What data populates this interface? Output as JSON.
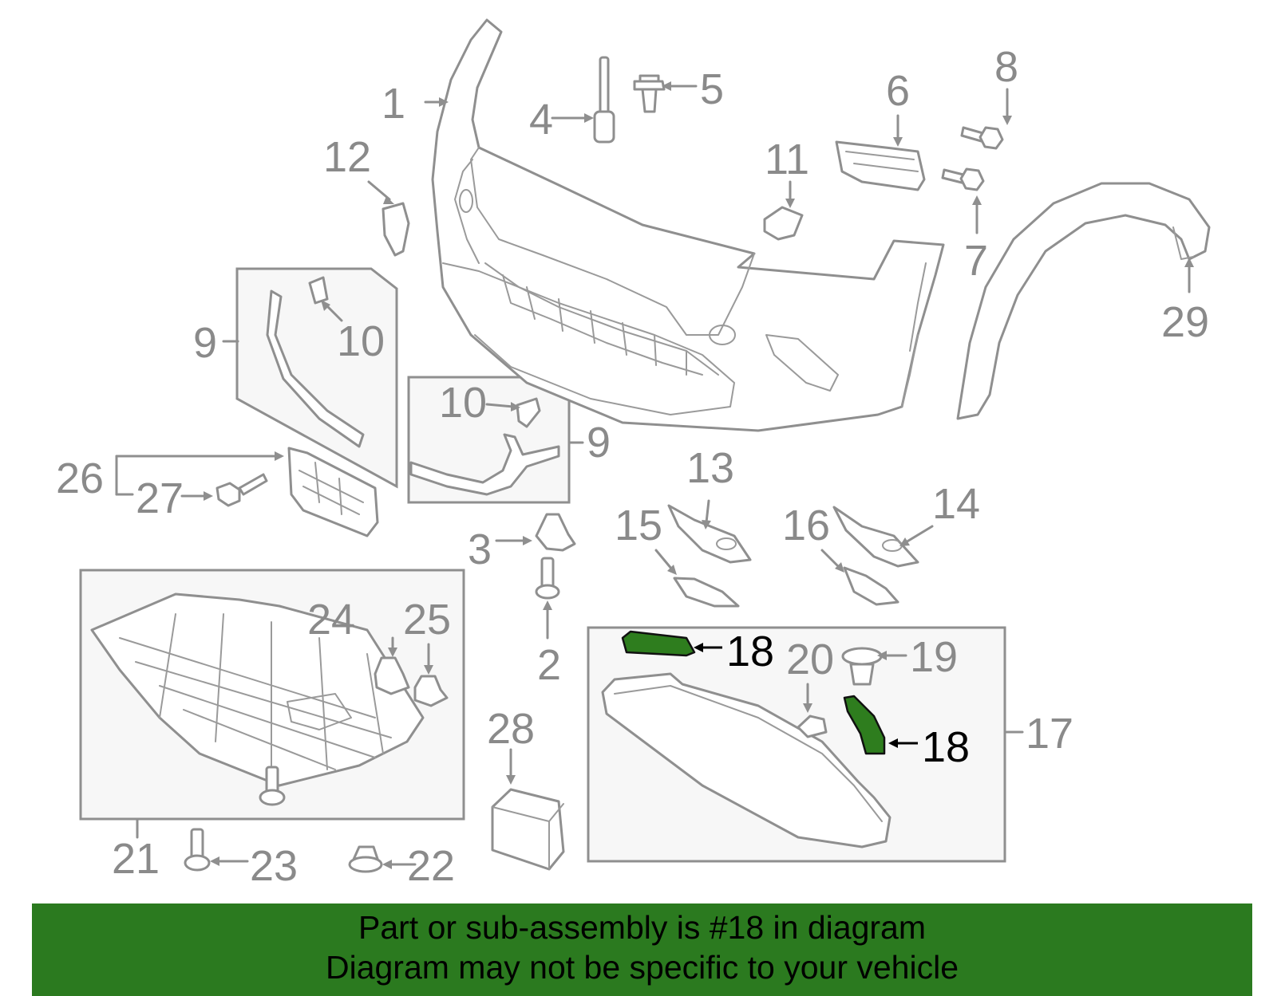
{
  "diagram": {
    "callouts": {
      "c1": "1",
      "c2": "2",
      "c3": "3",
      "c4": "4",
      "c5": "5",
      "c6": "6",
      "c7": "7",
      "c8": "8",
      "c9a": "9",
      "c9b": "9",
      "c10a": "10",
      "c10b": "10",
      "c11": "11",
      "c12": "12",
      "c13": "13",
      "c14": "14",
      "c15": "15",
      "c16": "16",
      "c17": "17",
      "c18a": "18",
      "c18b": "18",
      "c19": "19",
      "c20": "20",
      "c21": "21",
      "c22": "22",
      "c23": "23",
      "c24": "24",
      "c25": "25",
      "c26": "26",
      "c27": "27",
      "c28": "28",
      "c29": "29"
    },
    "highlighted_part": "18",
    "highlight_color": "#2e7d1e"
  },
  "banner": {
    "line1": "Part or sub-assembly is #18 in diagram",
    "line2": "Diagram may not be specific to your vehicle",
    "background": "#2b7a1f"
  }
}
